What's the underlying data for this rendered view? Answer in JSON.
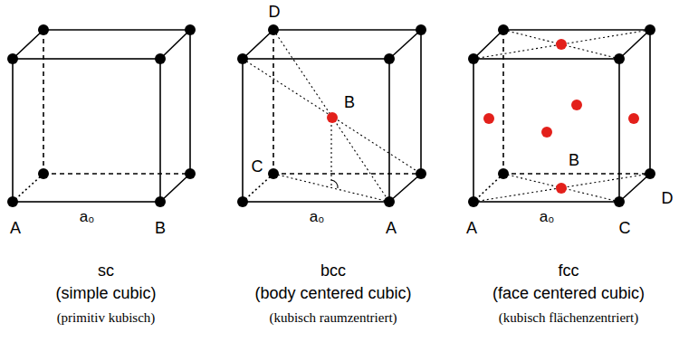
{
  "diagram": {
    "labels": [
      "A",
      "a₀",
      "B",
      "D",
      "B",
      "C",
      "a₀",
      "A",
      "D",
      "B",
      "A",
      "a₀",
      "C",
      "sc",
      "(simple cubic)",
      "(primitiv kubisch)",
      "bcc",
      "(body centered cubic)",
      "(kubisch raumzentriert)",
      "fcc",
      "(face centered cubic)",
      "(kubisch flächenzentriert)"
    ]
  }
}
